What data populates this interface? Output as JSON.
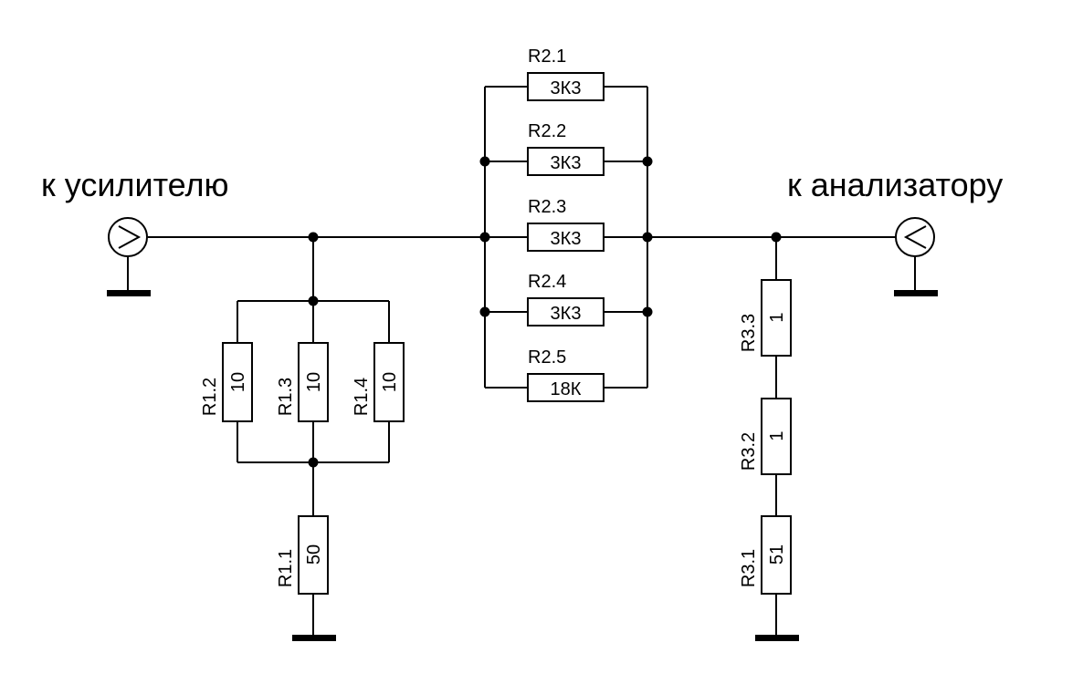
{
  "labels": {
    "input": "к усилителю",
    "output": "к анализатору"
  },
  "resistors": {
    "r1_1": {
      "ref": "R1.1",
      "value": "50"
    },
    "r1_2": {
      "ref": "R1.2",
      "value": "10"
    },
    "r1_3": {
      "ref": "R1.3",
      "value": "10"
    },
    "r1_4": {
      "ref": "R1.4",
      "value": "10"
    },
    "r2_1": {
      "ref": "R2.1",
      "value": "3К3"
    },
    "r2_2": {
      "ref": "R2.2",
      "value": "3К3"
    },
    "r2_3": {
      "ref": "R2.3",
      "value": "3К3"
    },
    "r2_4": {
      "ref": "R2.4",
      "value": "3К3"
    },
    "r2_5": {
      "ref": "R2.5",
      "value": "18К"
    },
    "r3_1": {
      "ref": "R3.1",
      "value": "51"
    },
    "r3_2": {
      "ref": "R3.2",
      "value": "1"
    },
    "r3_3": {
      "ref": "R3.3",
      "value": "1"
    }
  }
}
